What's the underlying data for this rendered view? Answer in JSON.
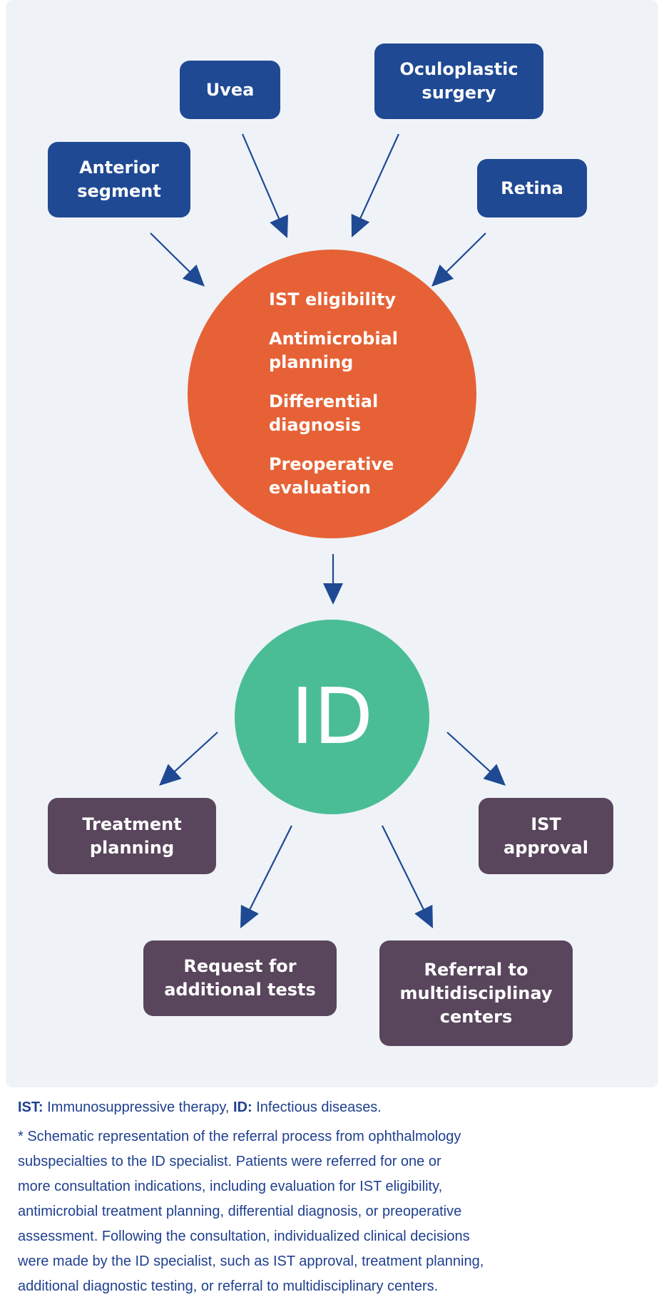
{
  "colors": {
    "panel_bg": "#eff3f8",
    "specialty_box": "#1f4993",
    "indications_circle": "#e66236",
    "id_circle": "#4bbd96",
    "decision_box": "#59455c",
    "arrow": "#1f4993",
    "caption_text": "#1f3f8f"
  },
  "specialties": [
    {
      "id": "uvea",
      "lines": [
        "Uvea"
      ]
    },
    {
      "id": "oculoplastic",
      "lines": [
        "Oculoplastic",
        "surgery"
      ]
    },
    {
      "id": "anterior",
      "lines": [
        "Anterior",
        "segment"
      ]
    },
    {
      "id": "retina",
      "lines": [
        "Retina"
      ]
    }
  ],
  "indications": [
    {
      "lines": [
        "IST eligibility"
      ]
    },
    {
      "lines": [
        "Antimicrobial",
        "planning"
      ]
    },
    {
      "lines": [
        "Differential",
        "diagnosis"
      ]
    },
    {
      "lines": [
        "Preoperative",
        "evaluation"
      ]
    }
  ],
  "specialist": {
    "label": "ID"
  },
  "decisions": [
    {
      "id": "treatment",
      "lines": [
        "Treatment",
        "planning"
      ]
    },
    {
      "id": "ist-approval",
      "lines": [
        "IST",
        "approval"
      ]
    },
    {
      "id": "request-tests",
      "lines": [
        "Request for",
        "additional tests"
      ]
    },
    {
      "id": "referral",
      "lines": [
        "Referral to",
        "multidisciplinay",
        "centers"
      ]
    }
  ],
  "caption": {
    "abbr1_key": "IST:",
    "abbr1_value": " Immunosuppressive therapy, ",
    "abbr2_key": "ID:",
    "abbr2_value": " Infectious diseases.",
    "note_lines": [
      "* Schematic representation of the referral process from ophthalmology",
      "subspecialties to the ID specialist. Patients were referred for one or",
      "more consultation indications, including evaluation for IST eligibility,",
      "antimicrobial treatment planning, differential diagnosis, or preoperative",
      "assessment. Following the consultation, individualized clinical decisions",
      "were made by the ID specialist, such as IST approval, treatment planning,",
      "additional diagnostic testing, or referral to multidisciplinary centers."
    ]
  }
}
